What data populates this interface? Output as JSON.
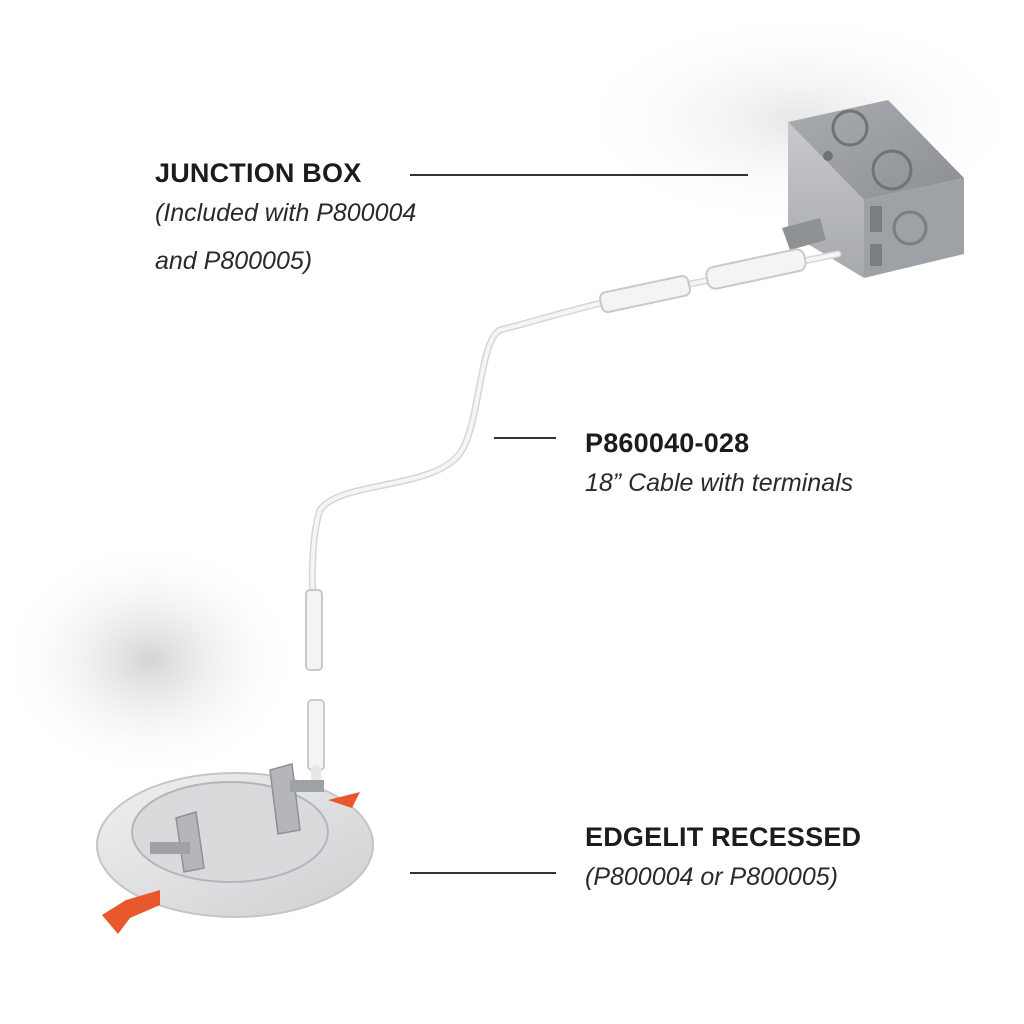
{
  "labels": {
    "junction_box": {
      "title": "JUNCTION BOX",
      "sub1": "(Included with P800004",
      "sub2": "and P800005)"
    },
    "cable": {
      "title": "P860040-028",
      "sub1": "18” Cable with terminals"
    },
    "edgelit": {
      "title": "EDGELIT RECESSED",
      "sub1": "(P800004 or P800005)"
    }
  },
  "colors": {
    "text": "#1c1c1c",
    "metal": "#b9bbbe",
    "metal_dark": "#8e9195",
    "accent_orange": "#e8582c",
    "cable": "#f4f4f4"
  }
}
